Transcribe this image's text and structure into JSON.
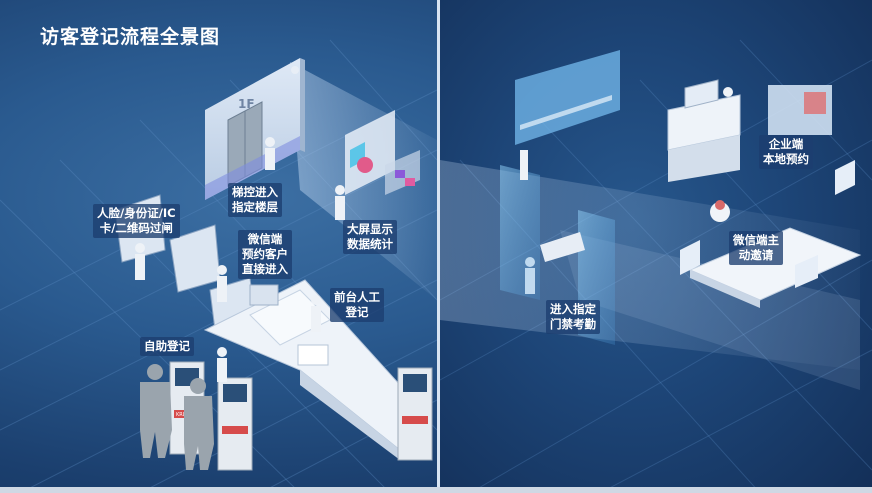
{
  "title": "访客登记流程全景图",
  "signage": {
    "floor": "1F",
    "kiosk_brand": "KRLINK"
  },
  "labels": {
    "elevator": [
      "梯控进入",
      "指定楼层"
    ],
    "gate": [
      "人脸/身份证/IC",
      "卡/二维码过闸"
    ],
    "big_screen": [
      "大屏显示",
      "数据统计"
    ],
    "wechat_preappointed": [
      "微信端",
      "预约客户",
      "直接进入"
    ],
    "front_desk": [
      "前台人工",
      "登记"
    ],
    "self_service": [
      "自助登记"
    ],
    "access_control": [
      "进入指定",
      "门禁考勤"
    ],
    "enterprise": [
      "企业端",
      "本地预约"
    ],
    "wechat_invite": [
      "微信端主",
      "动邀请"
    ]
  },
  "colors": {
    "background": "#2a5a8f",
    "floor_grid": "#5b8cc4",
    "divider": "#d8e4f2",
    "label_bg": "#1c3e70",
    "screen_glow": "#7fb8f0"
  }
}
